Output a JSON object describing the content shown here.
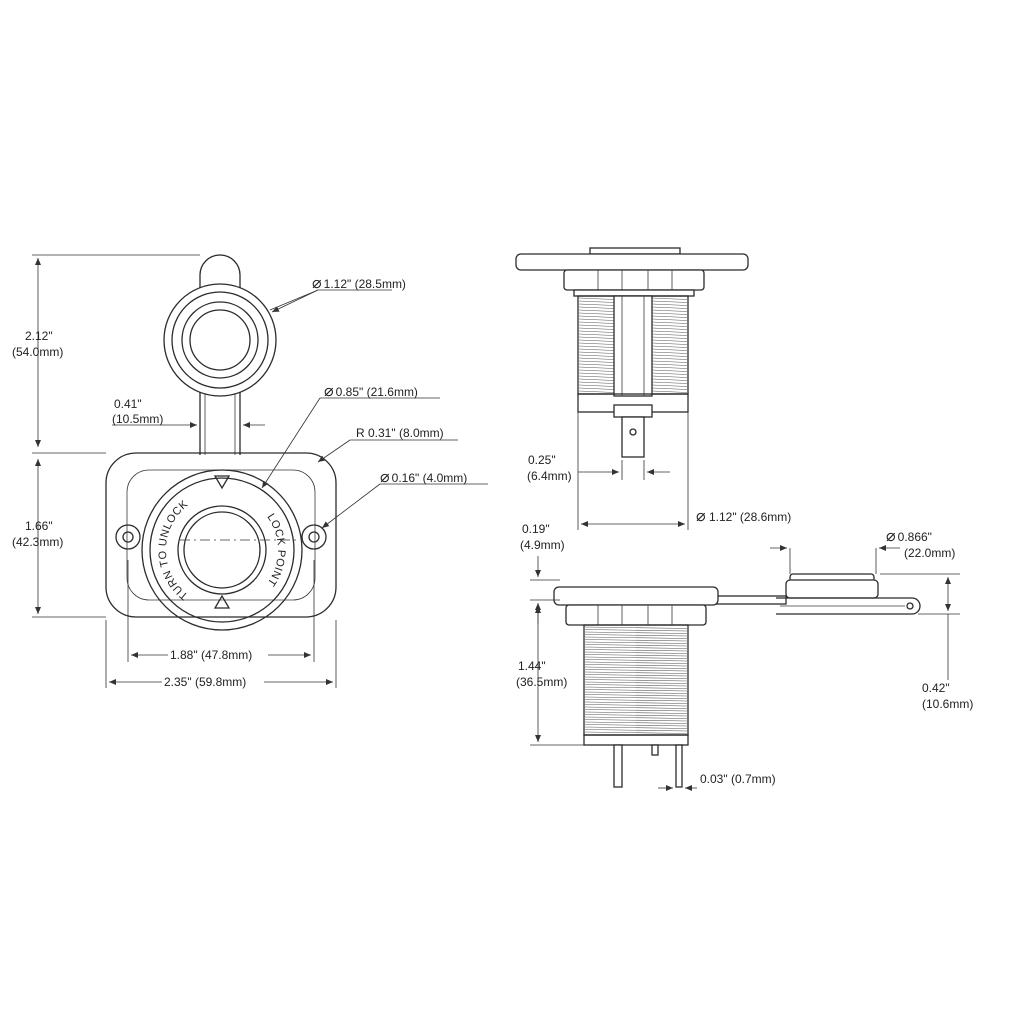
{
  "dimensions": {
    "d_cap_outer": {
      "sym": "⌀",
      "text": "1.12\" (28.5mm)"
    },
    "d_socket": {
      "sym": "⌀",
      "text": "0.85\" (21.6mm)"
    },
    "radius": {
      "text": "R 0.31\" (8.0mm)"
    },
    "d_hole": {
      "sym": "⌀",
      "text": "0.16\" (4.0mm)"
    },
    "total_height": {
      "line1": "2.12\"",
      "line2": "(54.0mm)"
    },
    "hinge_width": {
      "line1": "0.41\"",
      "line2": "(10.5mm)"
    },
    "plate_height": {
      "line1": "1.66\"",
      "line2": "(42.3mm)"
    },
    "hole_spacing": {
      "text": "1.88\" (47.8mm)"
    },
    "plate_width": {
      "text": "2.35\" (59.8mm)"
    },
    "terminal_offset": {
      "line1": "0.25\"",
      "line2": "(6.4mm)"
    },
    "d_thread": {
      "sym": "⌀",
      "text": " 1.12\" (28.6mm)"
    },
    "flange_height": {
      "line1": "0.19\"",
      "line2": "(4.9mm)"
    },
    "d_cap": {
      "sym": "⌀",
      "text": "0.866\"",
      "line2": "(22.0mm)"
    },
    "body_length": {
      "line1": "1.44\"",
      "line2": "(36.5mm)"
    },
    "cap_height": {
      "line1": "0.42\"",
      "line2": "(10.6mm)"
    },
    "terminal_thickness": {
      "text": "0.03\" (0.7mm)"
    }
  },
  "socket_face": {
    "left_text": "TURN TO UNLOCK",
    "right_text": "LOCK POINT"
  },
  "colors": {
    "line": "#2b2b2b",
    "background": "#ffffff"
  }
}
